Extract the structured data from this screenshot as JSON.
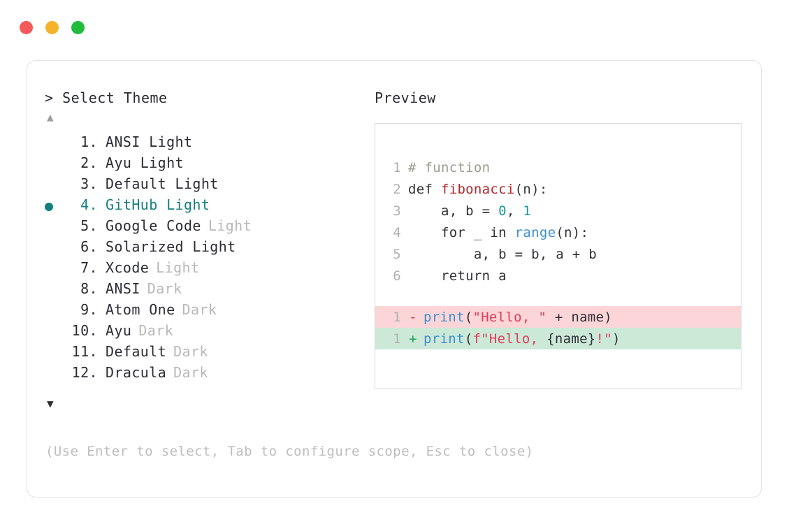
{
  "window": {
    "dots": [
      {
        "name": "close-dot",
        "color": "#f4595b"
      },
      {
        "name": "minimize-dot",
        "color": "#f5b32b"
      },
      {
        "name": "maximize-dot",
        "color": "#22bc3c"
      }
    ]
  },
  "selector": {
    "prompt": "> Select Theme",
    "scroll_up": "▲",
    "scroll_down": "▼",
    "hint": "(Use Enter to select, Tab to configure scope, Esc to close)",
    "selected_index": 4,
    "items": [
      {
        "index": "1.",
        "name": "ANSI Light",
        "variant": "",
        "selected": false
      },
      {
        "index": "2.",
        "name": "Ayu Light",
        "variant": "",
        "selected": false
      },
      {
        "index": "3.",
        "name": "Default Light",
        "variant": "",
        "selected": false
      },
      {
        "index": "4.",
        "name": "GitHub Light",
        "variant": "",
        "selected": true
      },
      {
        "index": "5.",
        "name": "Google Code",
        "variant": "Light",
        "selected": false
      },
      {
        "index": "6.",
        "name": "Solarized Light",
        "variant": "",
        "selected": false
      },
      {
        "index": "7.",
        "name": "Xcode",
        "variant": "Light",
        "selected": false
      },
      {
        "index": "8.",
        "name": "ANSI",
        "variant": "Dark",
        "selected": false
      },
      {
        "index": "9.",
        "name": "Atom One",
        "variant": "Dark",
        "selected": false
      },
      {
        "index": "10.",
        "name": "Ayu",
        "variant": "Dark",
        "selected": false
      },
      {
        "index": "11.",
        "name": "Default",
        "variant": "Dark",
        "selected": false
      },
      {
        "index": "12.",
        "name": "Dracula",
        "variant": "Dark",
        "selected": false
      }
    ]
  },
  "preview": {
    "label": "Preview",
    "code_lines": [
      {
        "ln": "1",
        "tokens": [
          {
            "t": "# function",
            "c": "comment"
          }
        ]
      },
      {
        "ln": "2",
        "tokens": [
          {
            "t": "def ",
            "c": "kw"
          },
          {
            "t": "fibonacci",
            "c": "fn"
          },
          {
            "t": "(n):",
            "c": "plain"
          }
        ]
      },
      {
        "ln": "3",
        "tokens": [
          {
            "t": "    a, b = ",
            "c": "plain"
          },
          {
            "t": "0",
            "c": "num"
          },
          {
            "t": ", ",
            "c": "plain"
          },
          {
            "t": "1",
            "c": "num"
          }
        ]
      },
      {
        "ln": "4",
        "tokens": [
          {
            "t": "    for _ in ",
            "c": "plain"
          },
          {
            "t": "range",
            "c": "builtin"
          },
          {
            "t": "(n):",
            "c": "plain"
          }
        ]
      },
      {
        "ln": "5",
        "tokens": [
          {
            "t": "        a, b = b, a + b",
            "c": "plain"
          }
        ]
      },
      {
        "ln": "6",
        "tokens": [
          {
            "t": "    return a",
            "c": "plain"
          }
        ]
      }
    ],
    "diff_lines": [
      {
        "ln": "1",
        "sign": "-",
        "kind": "del",
        "tokens": [
          {
            "t": "print",
            "c": "builtin"
          },
          {
            "t": "(",
            "c": "plain"
          },
          {
            "t": "\"Hello, \"",
            "c": "str"
          },
          {
            "t": " + name)",
            "c": "plain"
          }
        ]
      },
      {
        "ln": "1",
        "sign": "+",
        "kind": "add",
        "tokens": [
          {
            "t": "print",
            "c": "builtin"
          },
          {
            "t": "(",
            "c": "plain"
          },
          {
            "t": "f\"Hello, ",
            "c": "str"
          },
          {
            "t": "{name}",
            "c": "plain"
          },
          {
            "t": "!\"",
            "c": "str"
          },
          {
            "t": ")",
            "c": "plain"
          }
        ]
      }
    ]
  },
  "colors": {
    "accent_teal": "#13807c",
    "dim_text": "#b9b9b9",
    "text": "#2a2d34",
    "diff_del_bg": "#fbd5d8",
    "diff_add_bg": "#cce9d8"
  }
}
